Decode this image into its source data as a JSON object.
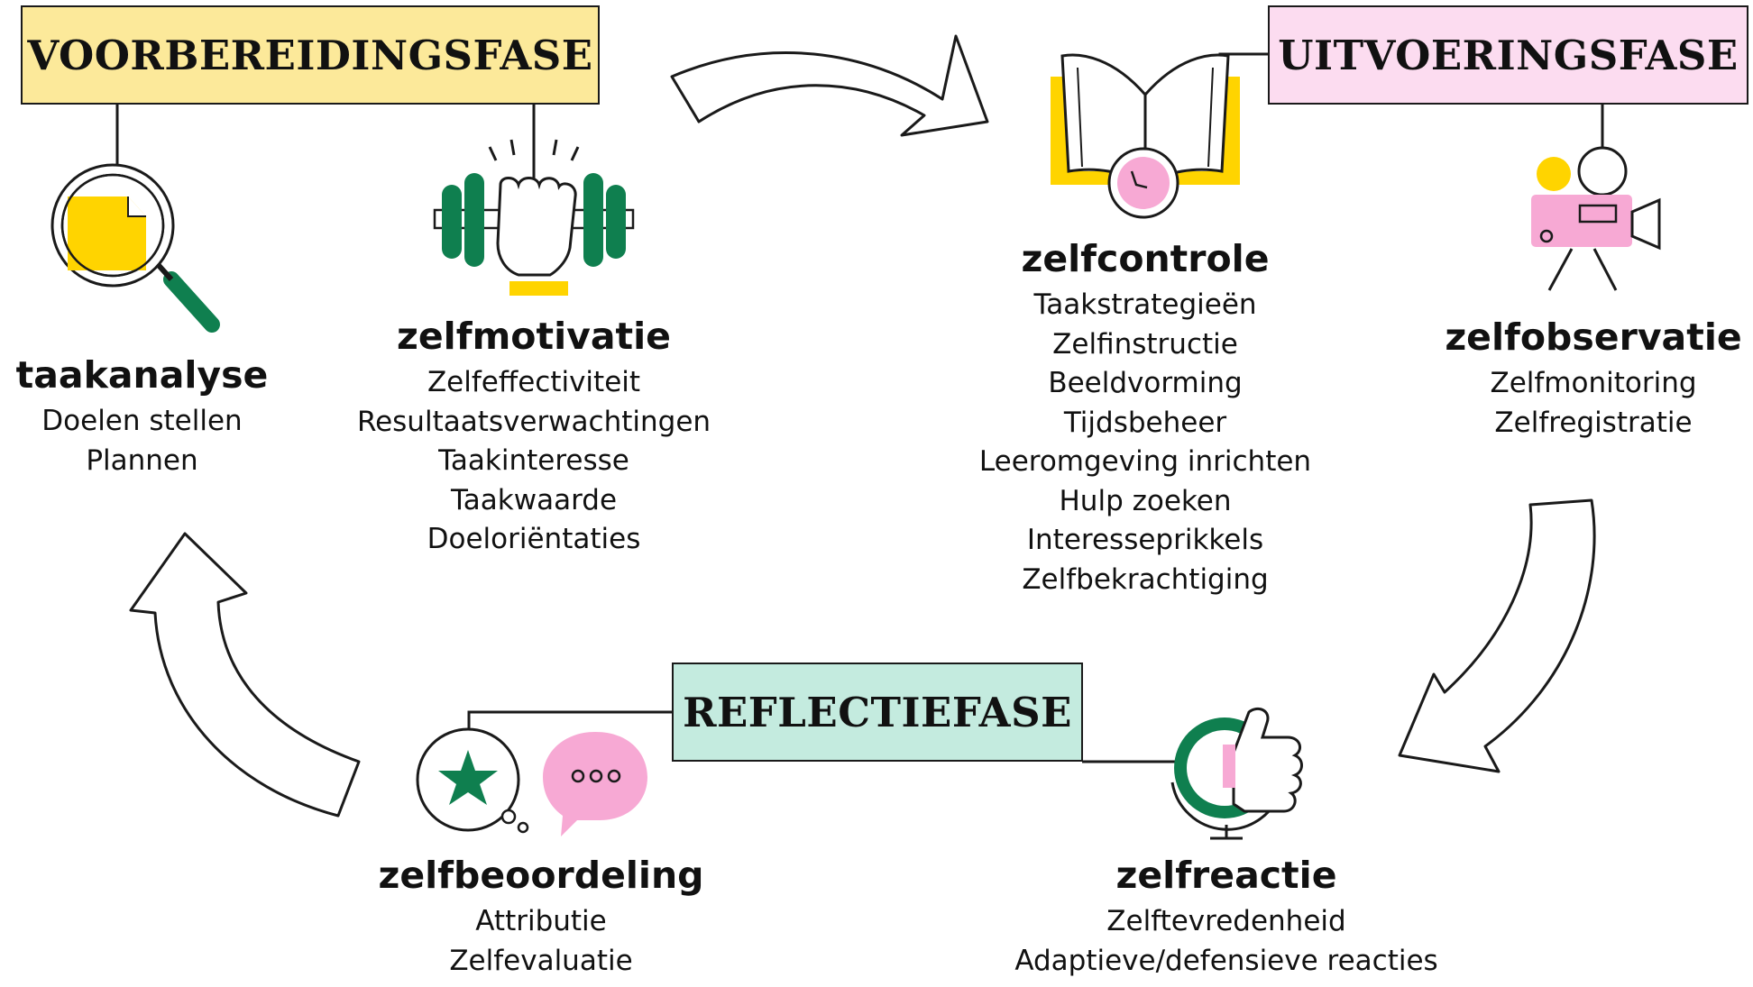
{
  "colors": {
    "preparation": "#fce99a",
    "execution": "#fcdcf0",
    "reflection": "#c4ebdf",
    "yellow_accent": "#ffd400",
    "green_accent": "#0f7f4f",
    "pink_accent": "#f7a9d4",
    "stroke": "#1a1a1a"
  },
  "phases": {
    "preparation": "VOORBEREIDINGSFASE",
    "execution": "UITVOERINGSFASE",
    "reflection": "REFLECTIEFASE"
  },
  "sections": {
    "taakanalyse": {
      "title": "taakanalyse",
      "items": [
        "Doelen stellen",
        "Plannen"
      ]
    },
    "zelfmotivatie": {
      "title": "zelfmotivatie",
      "items": [
        "Zelfeffectiviteit",
        "Resultaatsverwachtingen",
        "Taakinteresse",
        "Taakwaarde",
        "Doeloriëntaties"
      ]
    },
    "zelfcontrole": {
      "title": "zelfcontrole",
      "items": [
        "Taakstrategieën",
        "Zelfinstructie",
        "Beeldvorming",
        "Tijdsbeheer",
        "Leeromgeving inrichten",
        "Hulp zoeken",
        "Interesseprikkels",
        "Zelfbekrachtiging"
      ]
    },
    "zelfobservatie": {
      "title": "zelfobservatie",
      "items": [
        "Zelfmonitoring",
        "Zelfregistratie"
      ]
    },
    "zelfbeoordeling": {
      "title": "zelfbeoordeling",
      "items": [
        "Attributie",
        "Zelfevaluatie"
      ]
    },
    "zelfreactie": {
      "title": "zelfreactie",
      "items": [
        "Zelftevredenheid",
        "Adaptieve/defensieve reacties"
      ]
    }
  },
  "icons": {
    "taakanalyse": "magnifier-document-icon",
    "zelfmotivatie": "dumbbell-fist-icon",
    "zelfcontrole": "book-clock-icon",
    "zelfobservatie": "video-camera-icon",
    "zelfbeoordeling": "thought-bubble-star-icon",
    "zelfbeoordeling_speech": "speech-bubble-dots-icon",
    "zelfreactie": "globe-thumbs-up-icon"
  },
  "cycle_arrows": [
    "arrow-prep-to-exec",
    "arrow-exec-to-reflect",
    "arrow-reflect-to-prep"
  ]
}
